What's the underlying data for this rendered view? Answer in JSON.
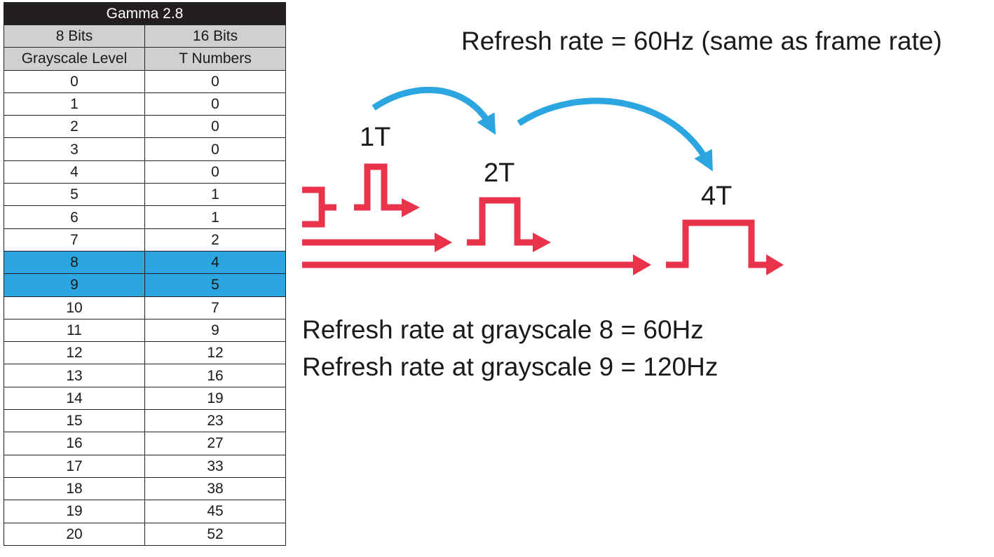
{
  "table": {
    "title": "Gamma 2.8",
    "header1": [
      "8 Bits",
      "16 Bits"
    ],
    "header2": [
      "Grayscale Level",
      "T Numbers"
    ],
    "highlight_color": "#2ca6e0",
    "rows": [
      [
        "0",
        "0"
      ],
      [
        "1",
        "0"
      ],
      [
        "2",
        "0"
      ],
      [
        "3",
        "0"
      ],
      [
        "4",
        "0"
      ],
      [
        "5",
        "1"
      ],
      [
        "6",
        "1"
      ],
      [
        "7",
        "2"
      ],
      [
        "8",
        "4"
      ],
      [
        "9",
        "5"
      ],
      [
        "10",
        "7"
      ],
      [
        "11",
        "9"
      ],
      [
        "12",
        "12"
      ],
      [
        "13",
        "16"
      ],
      [
        "14",
        "19"
      ],
      [
        "15",
        "23"
      ],
      [
        "16",
        "27"
      ],
      [
        "17",
        "33"
      ],
      [
        "18",
        "38"
      ],
      [
        "19",
        "45"
      ],
      [
        "20",
        "52"
      ]
    ],
    "highlighted_levels": [
      "8",
      "9"
    ]
  },
  "diagram": {
    "title": "Refresh rate = 60Hz (same as frame rate)",
    "pulse_labels": [
      "1T",
      "2T",
      "4T"
    ],
    "note_8": "Refresh rate at grayscale 8 = 60Hz",
    "note_9": "Refresh rate at grayscale 9 = 120Hz",
    "pulse_color": "#e8334a",
    "arrow_color": "#2ca6e0"
  }
}
